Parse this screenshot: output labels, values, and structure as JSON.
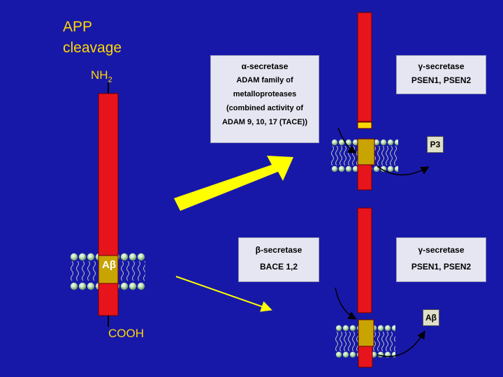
{
  "title": {
    "line1": "APP",
    "line2": "cleavage"
  },
  "left_molecule": {
    "n_term": "NH2",
    "c_term": "COOH",
    "fragment": "Aβ"
  },
  "upper_pathway": {
    "enzyme1": {
      "name": "α-secretase",
      "details": [
        "ADAM family of",
        "metalloproteases",
        "(combined activity of",
        "ADAM 9, 10, 17 (TACE))"
      ]
    },
    "enzyme2": {
      "name": "γ-secretase",
      "details": [
        "PSEN1, PSEN2"
      ]
    },
    "product": "P3"
  },
  "lower_pathway": {
    "enzyme1": {
      "name": "β-secretase",
      "details": [
        "BACE 1,2"
      ]
    },
    "enzyme2": {
      "name": "γ-secretase",
      "details": [
        "PSEN1, PSEN2"
      ]
    },
    "product": "Aβ"
  },
  "colors": {
    "background": "#1818a8",
    "title_text": "#ffd800",
    "protein": "#e8141c",
    "abeta_segment": "#c8a400",
    "membrane_bead": "#b8ddb0",
    "arrow": "#ffff00"
  }
}
